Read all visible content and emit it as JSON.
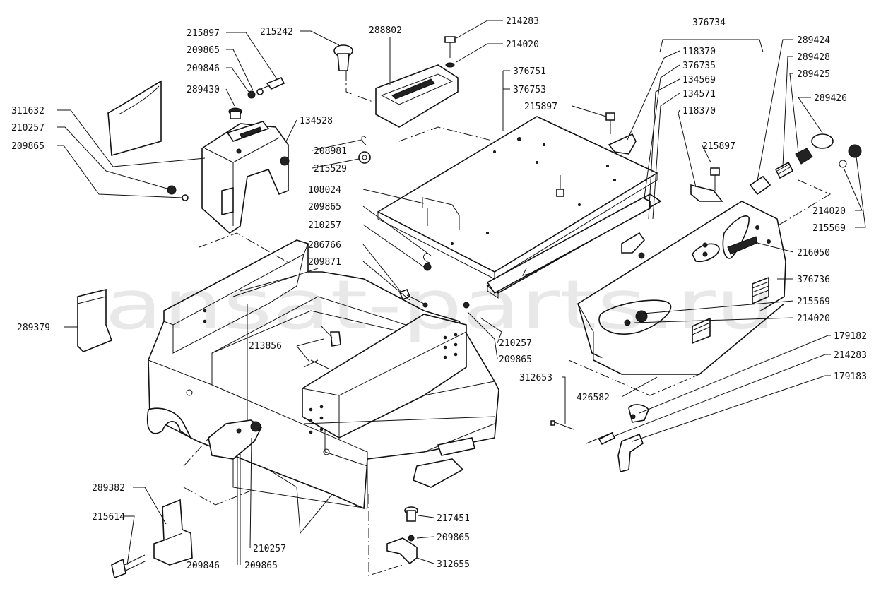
{
  "watermark": "ansat-parts.ru",
  "part_numbers": [
    "215897",
    "215242",
    "288802",
    "214283",
    "214020",
    "376734",
    "289424",
    "289428",
    "289425",
    "289426",
    "209865",
    "209846",
    "289430",
    "118370",
    "376735",
    "134569",
    "134571",
    "376751",
    "376753",
    "311632",
    "210257",
    "134528",
    "215897",
    "118370",
    "215897",
    "208981",
    "215529",
    "108024",
    "209865",
    "210257",
    "286766",
    "209871",
    "289379",
    "213856",
    "214020",
    "215569",
    "216050",
    "376736",
    "215569",
    "214020",
    "179182",
    "214283",
    "179183",
    "210257",
    "209865",
    "312653",
    "426582",
    "289382",
    "215614",
    "217451",
    "209865",
    "312655",
    "210257",
    "209846",
    "209865"
  ]
}
